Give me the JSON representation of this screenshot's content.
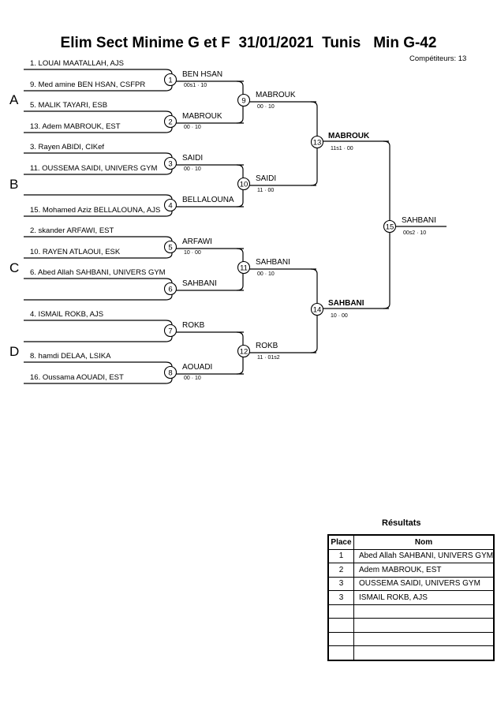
{
  "title": "Elim Sect Minime G et F  31/01/2021  Tunis   Min G-42",
  "competitors": "Compétiteurs: 13",
  "groups": [
    "A",
    "B",
    "C",
    "D"
  ],
  "entrants": [
    "1. LOUAI MAATALLAH, AJS",
    "9. Med amine BEN HSAN, CSFPR",
    "5. MALIK TAYARI, ESB",
    "13. Adem MABROUK, EST",
    "3. Rayen ABIDI, CIKef",
    "11. OUSSEMA SAIDI, UNIVERS GYM",
    "",
    "15. Mohamed Aziz BELLALOUNA, AJS",
    "2. skander ARFAWI, EST",
    "10. RAYEN ATLAOUI, ESK",
    "6. Abed Allah SAHBANI, UNIVERS GYM",
    "",
    "4. ISMAIL ROKB, AJS",
    "",
    "8. hamdi DELAA, LSIKA",
    "16. Oussama AOUADI, EST"
  ],
  "round1": [
    {
      "num": "1",
      "winner": "BEN HSAN",
      "score": "00s1 · 10"
    },
    {
      "num": "2",
      "winner": "MABROUK",
      "score": "00 · 10"
    },
    {
      "num": "3",
      "winner": "SAIDI",
      "score": "00 · 10"
    },
    {
      "num": "4",
      "winner": "BELLALOUNA",
      "score": ""
    },
    {
      "num": "5",
      "winner": "ARFAWI",
      "score": "10 · 00"
    },
    {
      "num": "6",
      "winner": "SAHBANI",
      "score": ""
    },
    {
      "num": "7",
      "winner": "ROKB",
      "score": ""
    },
    {
      "num": "8",
      "winner": "AOUADI",
      "score": "00 · 10"
    }
  ],
  "round2": [
    {
      "num": "9",
      "winner": "MABROUK",
      "score": "00 · 10"
    },
    {
      "num": "10",
      "winner": "SAIDI",
      "score": "11 · 00"
    },
    {
      "num": "11",
      "winner": "SAHBANI",
      "score": "00 · 10"
    },
    {
      "num": "12",
      "winner": "ROKB",
      "score": "11 · 01s2"
    }
  ],
  "round3": [
    {
      "num": "13",
      "winner": "MABROUK",
      "score": "11s1 · 00"
    },
    {
      "num": "14",
      "winner": "SAHBANI",
      "score": "10 · 00"
    }
  ],
  "final": {
    "num": "15",
    "winner": "SAHBANI",
    "score": "00s2 · 10"
  },
  "results": {
    "title": "Résultats",
    "header_place": "Place",
    "header_name": "Nom",
    "rows": [
      {
        "place": "1",
        "name": "Abed Allah SAHBANI, UNIVERS GYM"
      },
      {
        "place": "2",
        "name": "Adem MABROUK, EST"
      },
      {
        "place": "3",
        "name": "OUSSEMA SAIDI, UNIVERS GYM"
      },
      {
        "place": "3",
        "name": "ISMAIL ROKB, AJS"
      },
      {
        "place": "",
        "name": ""
      },
      {
        "place": "",
        "name": ""
      },
      {
        "place": "",
        "name": ""
      },
      {
        "place": "",
        "name": ""
      }
    ]
  }
}
